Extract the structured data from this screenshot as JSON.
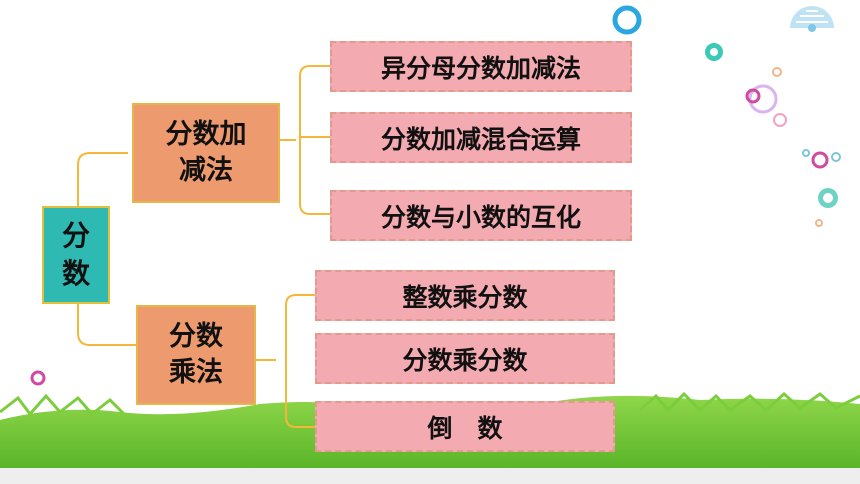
{
  "root": {
    "label_line1": "分",
    "label_line2": "数"
  },
  "branches": [
    {
      "label_line1": "分数加",
      "label_line2": "减法",
      "items": [
        "异分母分数加减法",
        "分数加减混合运算",
        "分数与小数的互化"
      ]
    },
    {
      "label_line1": "分数",
      "label_line2": "乘法",
      "items": [
        "整数乘分数",
        "分数乘分数",
        "倒　数"
      ]
    }
  ],
  "colors": {
    "root_fill": "#2fb9b3",
    "branch_fill": "#ec9a6e",
    "leaf_fill": "#f3aab0",
    "connector": "#f4b73a",
    "grass": "#5cbf2a"
  }
}
